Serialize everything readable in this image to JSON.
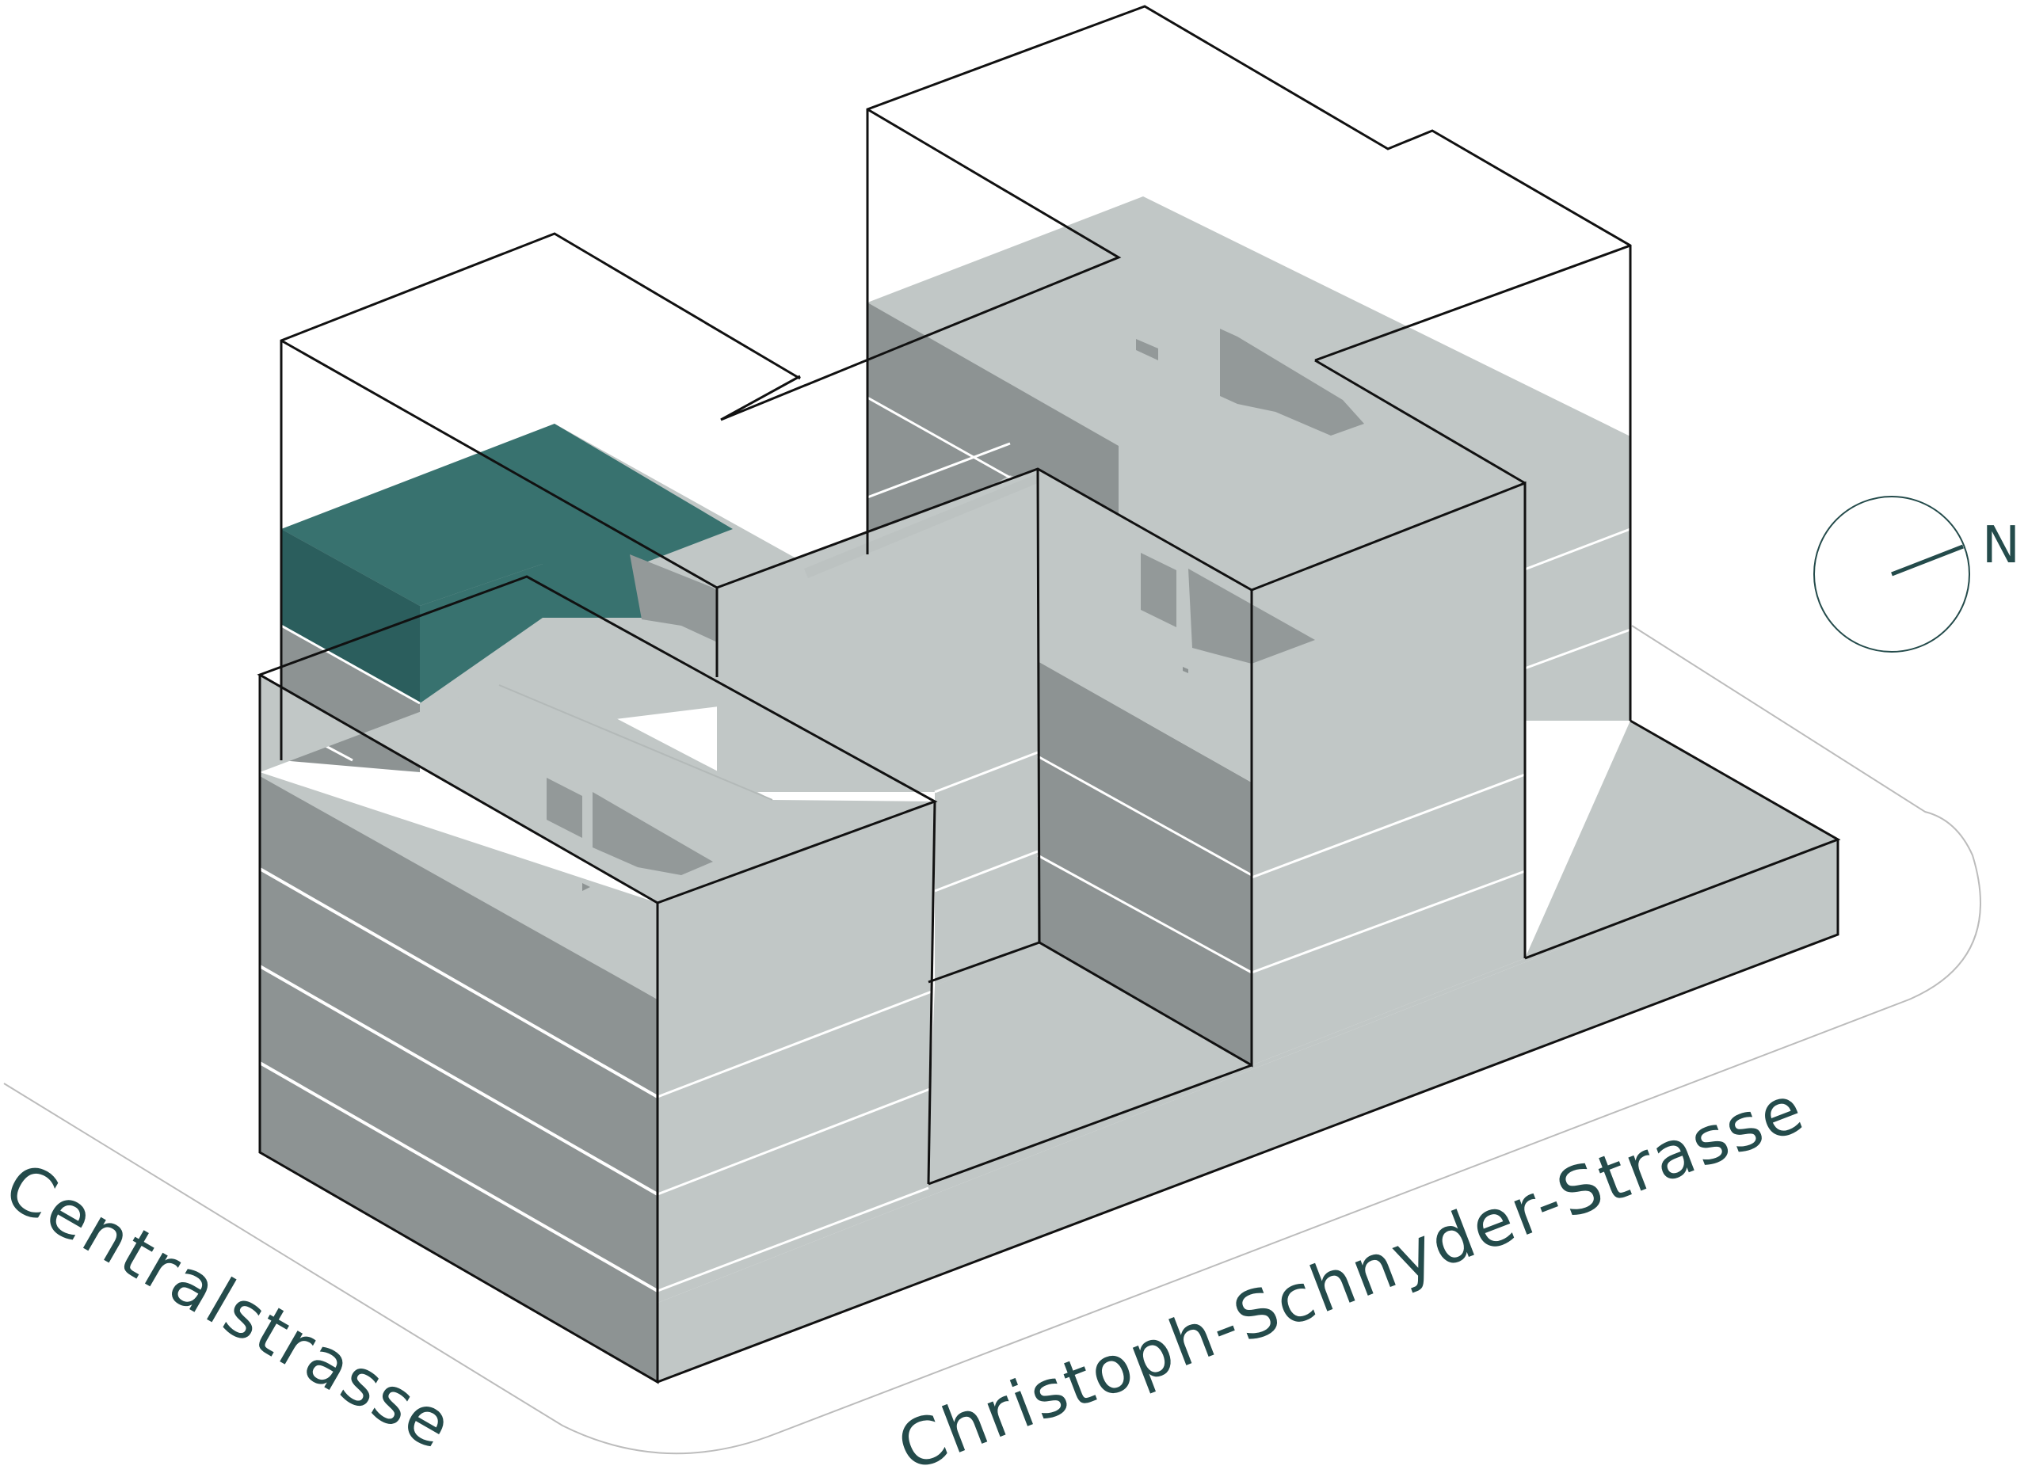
{
  "streets": {
    "west": "Centralstrasse",
    "south": "Christoph-Schnyder-Strasse"
  },
  "compass": {
    "label": "N",
    "icon": "north-arrow-icon"
  },
  "colors": {
    "highlight": "#38726f",
    "highlight_dark": "#2b5e5d",
    "face_light": "#c1c7c6",
    "face_dark": "#8d9393",
    "outline": "#111111",
    "label": "#244b4b",
    "street_line": "#bcbcbc"
  }
}
